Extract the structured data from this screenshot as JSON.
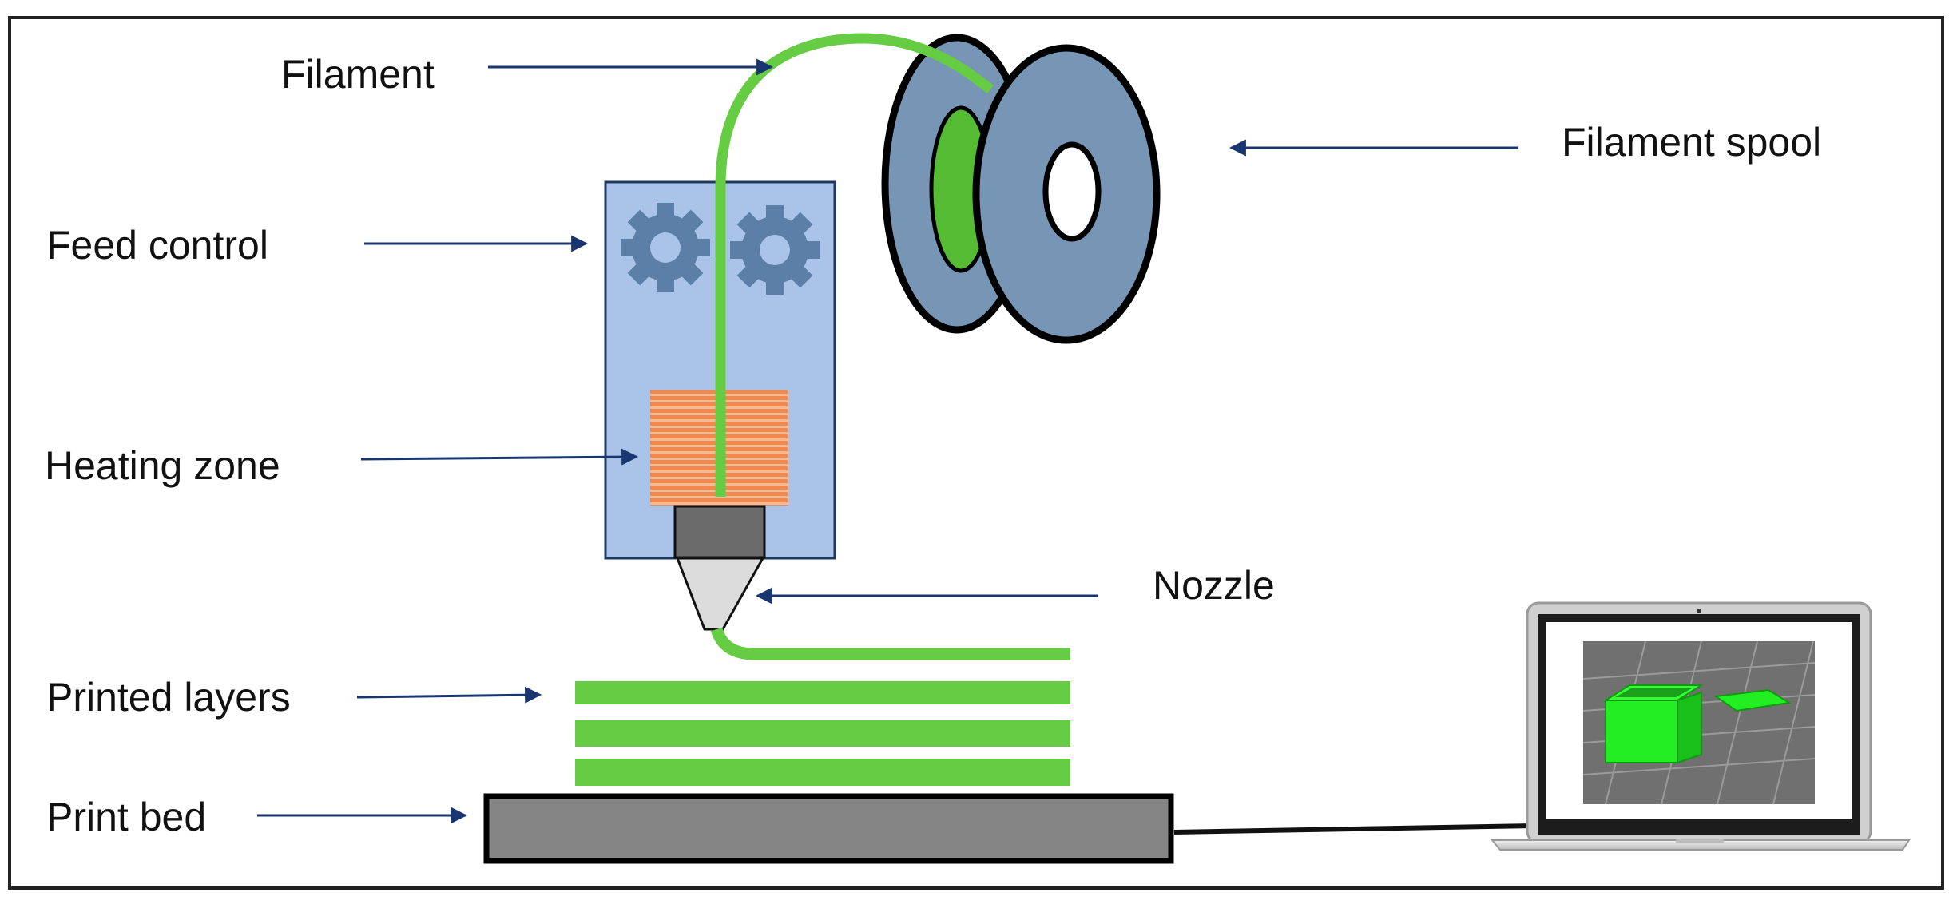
{
  "labels": {
    "filament": "Filament",
    "filament_spool": "Filament spool",
    "feed_control": "Feed control",
    "heating_zone": "Heating zone",
    "nozzle": "Nozzle",
    "printed_layers": "Printed layers",
    "print_bed": "Print bed"
  },
  "colors": {
    "filament": "#66cc44",
    "housing": "#a9c4e8",
    "gear": "#5b7fa6",
    "heater": "#f0905a",
    "spool": "#7795b5",
    "nozzle_block": "#6b6b6b",
    "nozzle_tip": "#dcdcdc",
    "print_bed": "#858585",
    "arrow": "#1a3670",
    "printed_object": "#22ee22"
  },
  "icons": [
    "gear-icon",
    "laptop-icon",
    "spool-icon"
  ]
}
